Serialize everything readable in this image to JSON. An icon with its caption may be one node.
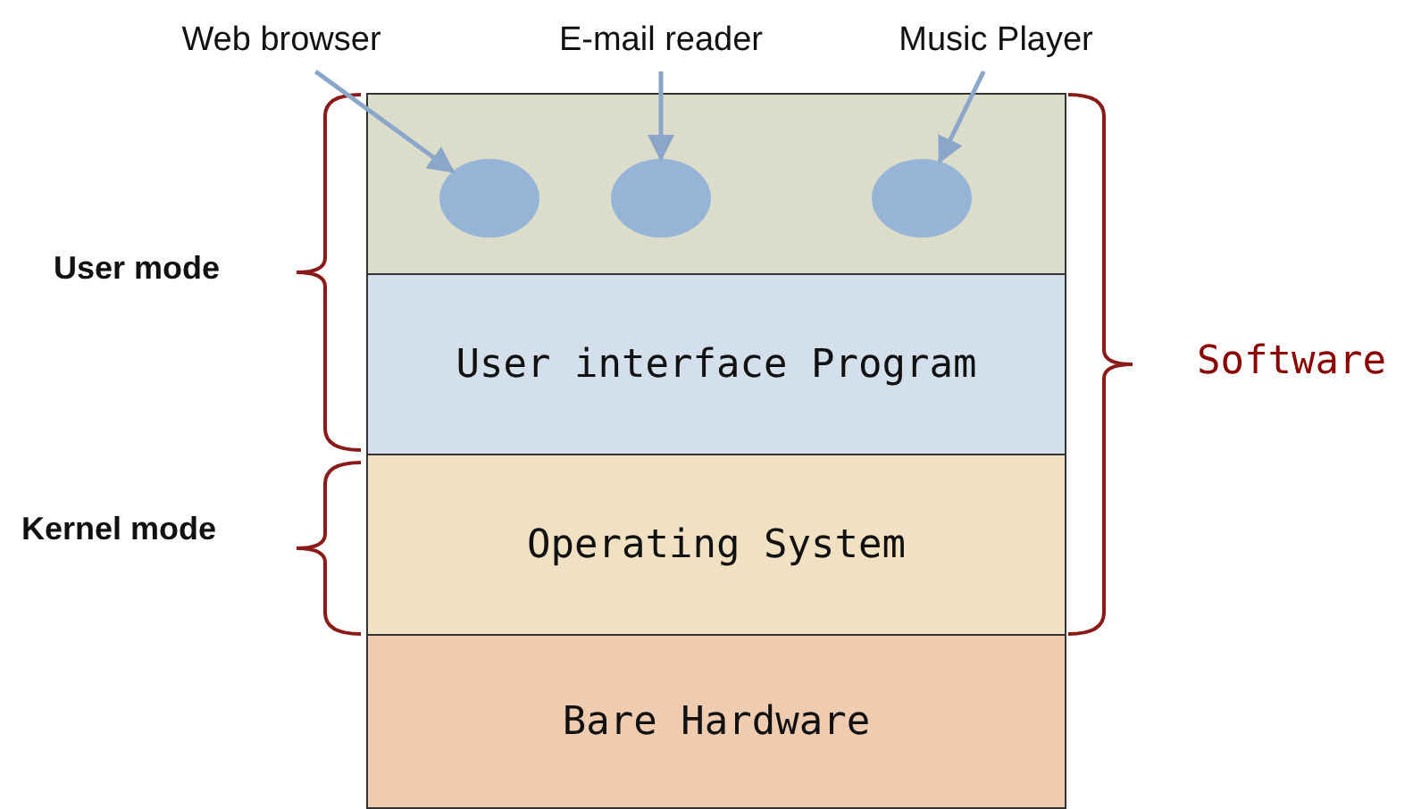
{
  "diagram": {
    "nodes": [
      {
        "text": [
          "Web browser"
        ]
      },
      {
        "text": [
          "E-mail reader"
        ]
      },
      {
        "text": [
          "Music Player"
        ]
      },
      {
        "text": [],
        "shape": "box"
      },
      {
        "text": [],
        "shape": "ellipse",
        "in": 3
      },
      {
        "text": [],
        "shape": "ellipse",
        "in": 3
      },
      {
        "text": [],
        "shape": "ellipse",
        "in": 3
      },
      {
        "text": [
          "User interface Program"
        ]
      },
      {
        "text": [
          "Operating System"
        ]
      },
      {
        "text": [
          "Bare Hardware"
        ]
      }
    ],
    "edges": [
      {
        "from": 0,
        "to": 4,
        "arrow": "to"
      },
      {
        "from": 1,
        "to": 5,
        "arrow": "to"
      },
      {
        "from": 2,
        "to": 6,
        "arrow": "to"
      }
    ],
    "labels": [
      "User mode",
      "Software",
      "Kernel mode"
    ]
  }
}
